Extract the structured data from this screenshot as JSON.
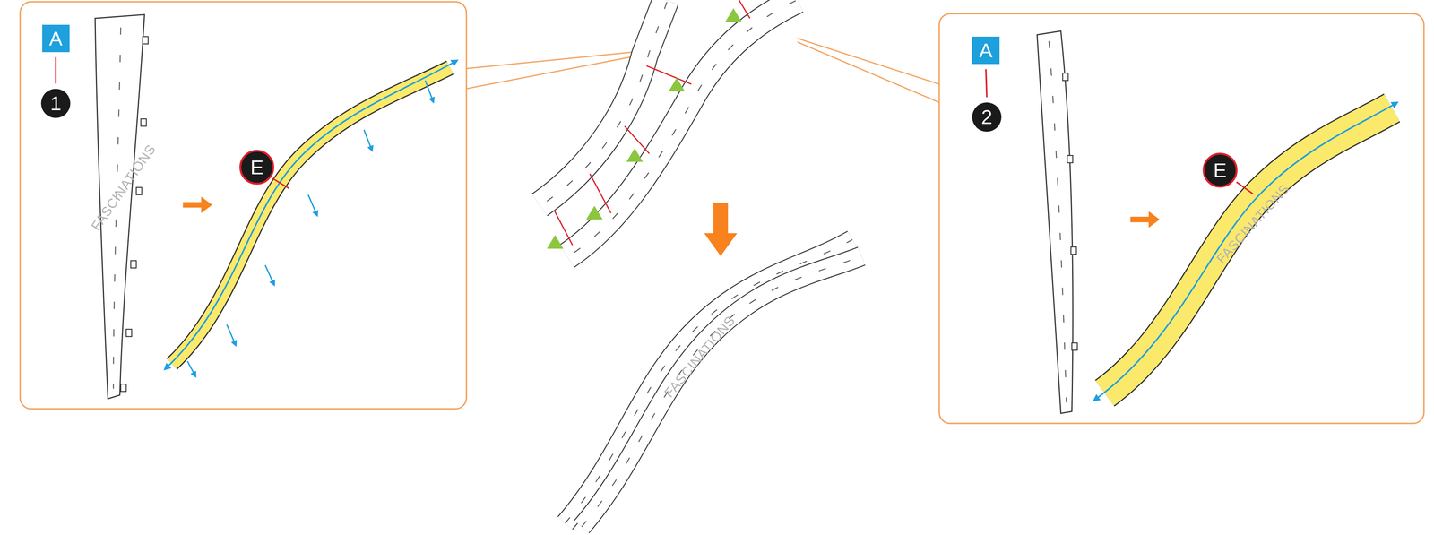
{
  "diagram": {
    "nodes": [
      {
        "text": [
          "A"
        ]
      },
      {
        "text": [
          "1"
        ]
      },
      {
        "text": [
          "E"
        ]
      },
      {
        "text": [
          "A"
        ]
      },
      {
        "text": [
          "2"
        ]
      },
      {
        "text": [
          "E"
        ]
      }
    ],
    "edges": [
      {
        "from": 0,
        "to": 1,
        "arrow": "none"
      },
      {
        "from": 3,
        "to": 4,
        "arrow": "none"
      }
    ],
    "labels": [
      "FASCINATIONS",
      "FASCINATIONS",
      "FASCINATIONS"
    ]
  }
}
